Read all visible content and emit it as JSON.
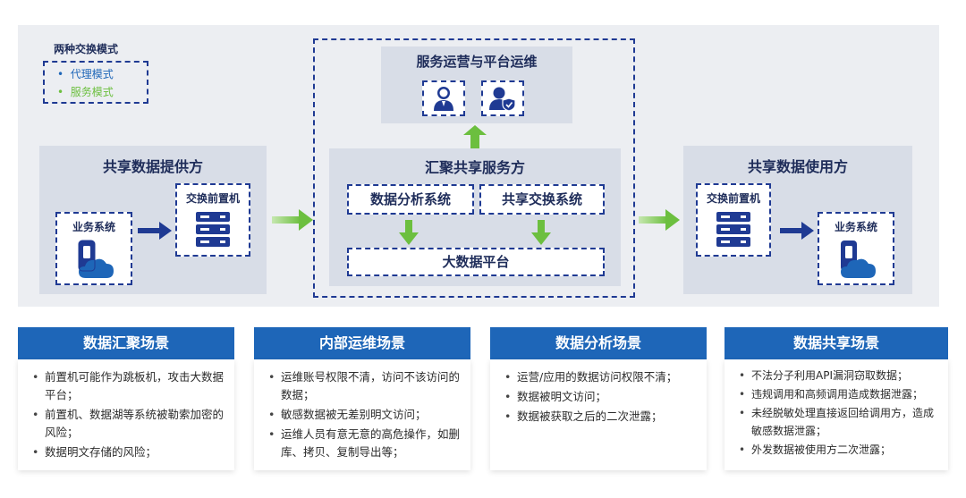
{
  "legend": {
    "title": "两种交换模式",
    "items": [
      {
        "label": "代理模式",
        "color": "#1e66b8"
      },
      {
        "label": "服务模式",
        "color": "#6cbf3f"
      }
    ]
  },
  "ops": {
    "title": "服务运营与平台运维",
    "icons": [
      "person-icon",
      "user-shield-icon"
    ]
  },
  "hub": {
    "title": "汇聚共享服务方",
    "analysis": "数据分析系统",
    "exchange": "共享交换系统",
    "bigdata": "大数据平台"
  },
  "provider": {
    "title": "共享数据提供方",
    "business": "业务系统",
    "frontend": "交换前置机"
  },
  "consumer": {
    "title": "共享数据使用方",
    "business": "业务系统",
    "frontend": "交换前置机"
  },
  "cards": [
    {
      "title": "数据汇聚场景",
      "items": [
        "前置机可能作为跳板机，攻击大数据平台；",
        "前置机、数据湖等系统被勒索加密的风险；",
        "数据明文存储的风险；"
      ]
    },
    {
      "title": "内部运维场景",
      "items": [
        "运维账号权限不清，访问不该访问的数据；",
        "敏感数据被无差别明文访问；",
        "运维人员有意无意的高危操作，如删库、拷贝、复制导出等；"
      ]
    },
    {
      "title": "数据分析场景",
      "items": [
        "运营/应用的数据访问权限不清；",
        "数据被明文访问；",
        "数据被获取之后的二次泄露；"
      ]
    },
    {
      "title": "数据共享场景",
      "items": [
        "不法分子利用API漏洞窃取数据；",
        "违规调用和高频调用造成数据泄露；",
        "未经脱敏处理直接返回给调用方，造成敏感数据泄露；",
        "外发数据被使用方二次泄露；"
      ]
    }
  ],
  "colors": {
    "navy": "#1f3a93",
    "green": "#6cbf3f",
    "cardBlue": "#1e66b8"
  }
}
